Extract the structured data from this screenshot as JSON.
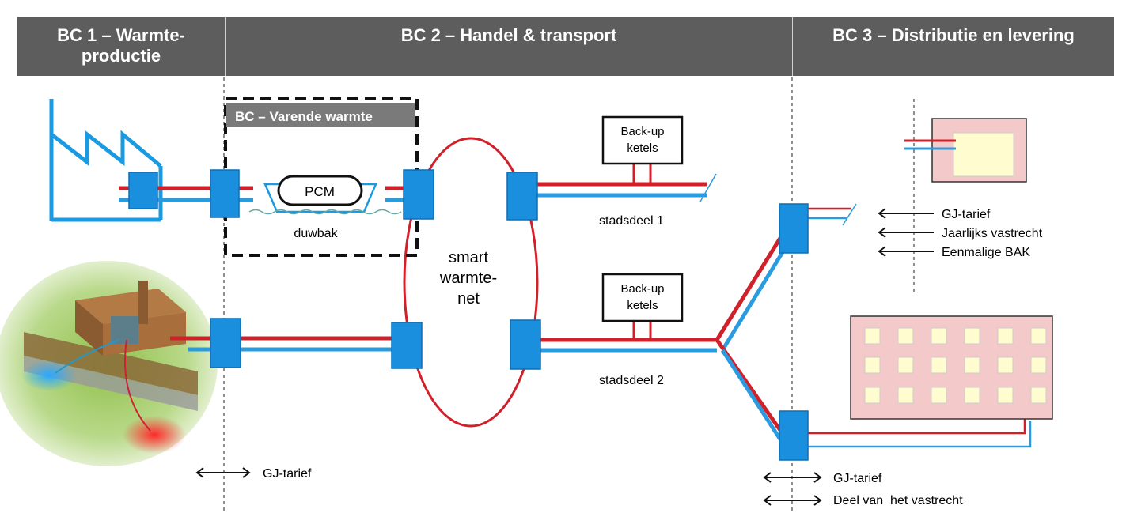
{
  "header": {
    "bc1": "BC 1 – Warmte-\nproductie",
    "bc2": "BC 2 – Handel & transport",
    "bc3": "BC 3 – Distributie  en levering"
  },
  "colors": {
    "header_bg": "#5d5d5d",
    "supply": "#d0202a",
    "return": "#2b9be0",
    "node": "#1a8fde",
    "building": "#f3c9c9",
    "window": "#fffccf"
  },
  "labels": {
    "bc_varende": "BC – Varende warmte",
    "pcm": "PCM",
    "duwbak": "duwbak",
    "smart_net": [
      "smart",
      "warmte-",
      "net"
    ],
    "backup_top": [
      "Back-up",
      "ketels"
    ],
    "backup_bottom": [
      "Back-up",
      "ketels"
    ],
    "stadsdeel1": "stadsdeel 1",
    "stadsdeel2": "stadsdeel 2",
    "tariff_left": "GJ-tarief",
    "tariffs_house": [
      "GJ-tarief",
      "Jaarlijks vastrecht",
      "Eenmalige BAK"
    ],
    "tariffs_bottom": [
      "GJ-tarief",
      "Deel van  het vastrecht"
    ]
  }
}
